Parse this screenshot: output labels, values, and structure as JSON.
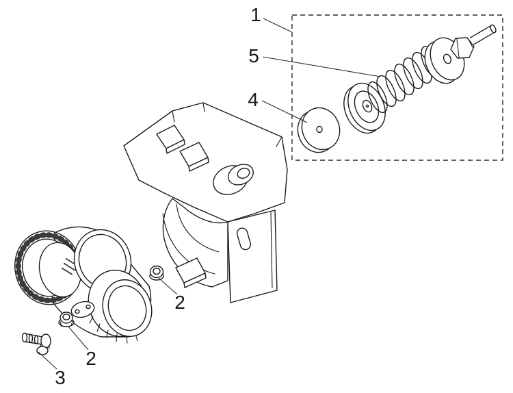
{
  "diagram": {
    "type": "exploded-parts-diagram",
    "background": "#ffffff",
    "line_color": "#1a1a1a",
    "callouts": [
      {
        "id": "1",
        "label": "1",
        "target": "service-kit-box"
      },
      {
        "id": "5",
        "label": "5",
        "target": "spring"
      },
      {
        "id": "4",
        "label": "4",
        "target": "seal-disc"
      },
      {
        "id": "2a",
        "label": "2",
        "target": "plug-upper"
      },
      {
        "id": "2b",
        "label": "2",
        "target": "plug-lower"
      },
      {
        "id": "3",
        "label": "3",
        "target": "drain-valve"
      }
    ]
  }
}
